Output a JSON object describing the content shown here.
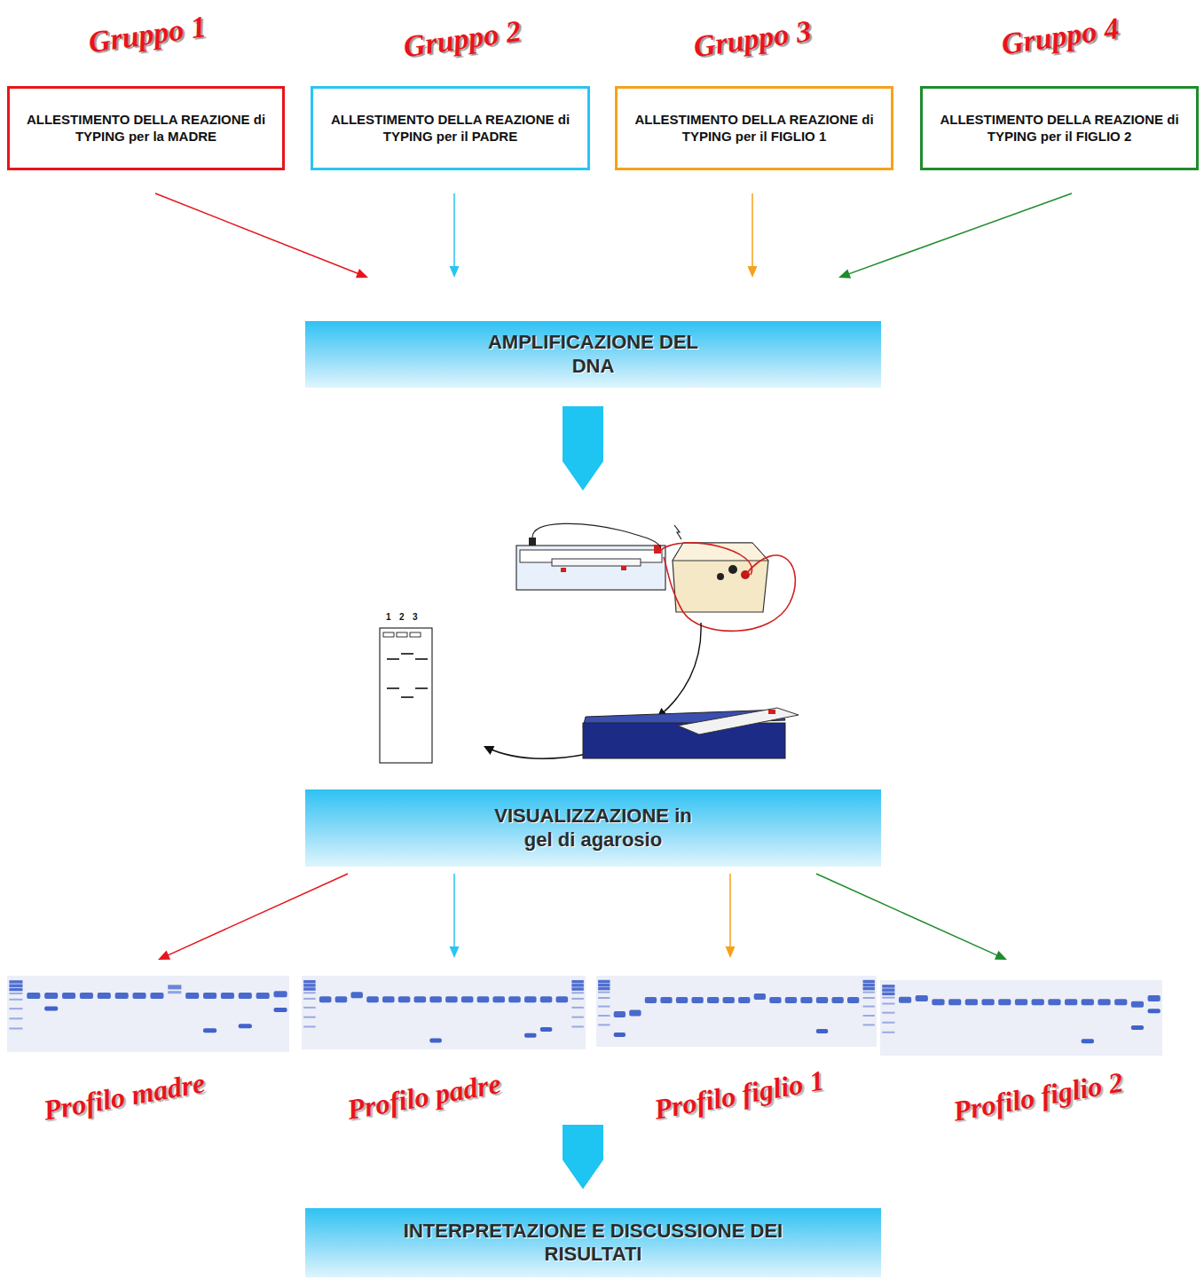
{
  "diagram": {
    "nodes": [
      {
        "text": [
          "Gruppo 1",
          "ALLESTIMENTO DELLA REAZIONE di TYPING per la MADRE"
        ]
      },
      {
        "text": [
          "Gruppo 2",
          "ALLESTIMENTO DELLA REAZIONE di TYPING per il PADRE"
        ]
      },
      {
        "text": [
          "Gruppo 3",
          "ALLESTIMENTO DELLA REAZIONE di TYPING per il FIGLIO 1"
        ]
      },
      {
        "text": [
          "Gruppo 4",
          "ALLESTIMENTO DELLA REAZIONE di TYPING per il FIGLIO 2"
        ]
      },
      {
        "text": [
          "AMPLIFICAZIONE DEL DNA"
        ]
      },
      {
        "text": [
          "VISUALIZZAZIONE in gel di agarosio"
        ]
      },
      {
        "text": [
          "Profilo madre"
        ]
      },
      {
        "text": [
          "Profilo padre"
        ]
      },
      {
        "text": [
          "Profilo figlio 1"
        ]
      },
      {
        "text": [
          "Profilo figlio 2"
        ]
      },
      {
        "text": [
          "INTERPRETAZIONE E DISCUSSIONE DEI RISULTATI"
        ]
      }
    ],
    "edges": [
      {
        "from": 0,
        "to": 4,
        "arrow": "to"
      },
      {
        "from": 1,
        "to": 4,
        "arrow": "to"
      },
      {
        "from": 2,
        "to": 4,
        "arrow": "to"
      },
      {
        "from": 3,
        "to": 4,
        "arrow": "to"
      },
      {
        "from": 4,
        "to": 5,
        "arrow": "to"
      },
      {
        "from": 5,
        "to": 6,
        "arrow": "to"
      },
      {
        "from": 5,
        "to": 7,
        "arrow": "to"
      },
      {
        "from": 5,
        "to": 8,
        "arrow": "to"
      },
      {
        "from": 5,
        "to": 9,
        "arrow": "to"
      },
      {
        "from": 6,
        "to": 10,
        "arrow": "to"
      },
      {
        "from": 7,
        "to": 10,
        "arrow": "to"
      },
      {
        "from": 8,
        "to": 10,
        "arrow": "to"
      },
      {
        "from": 9,
        "to": 10,
        "arrow": "to"
      }
    ],
    "labels": [
      "1",
      "2",
      "3"
    ]
  }
}
